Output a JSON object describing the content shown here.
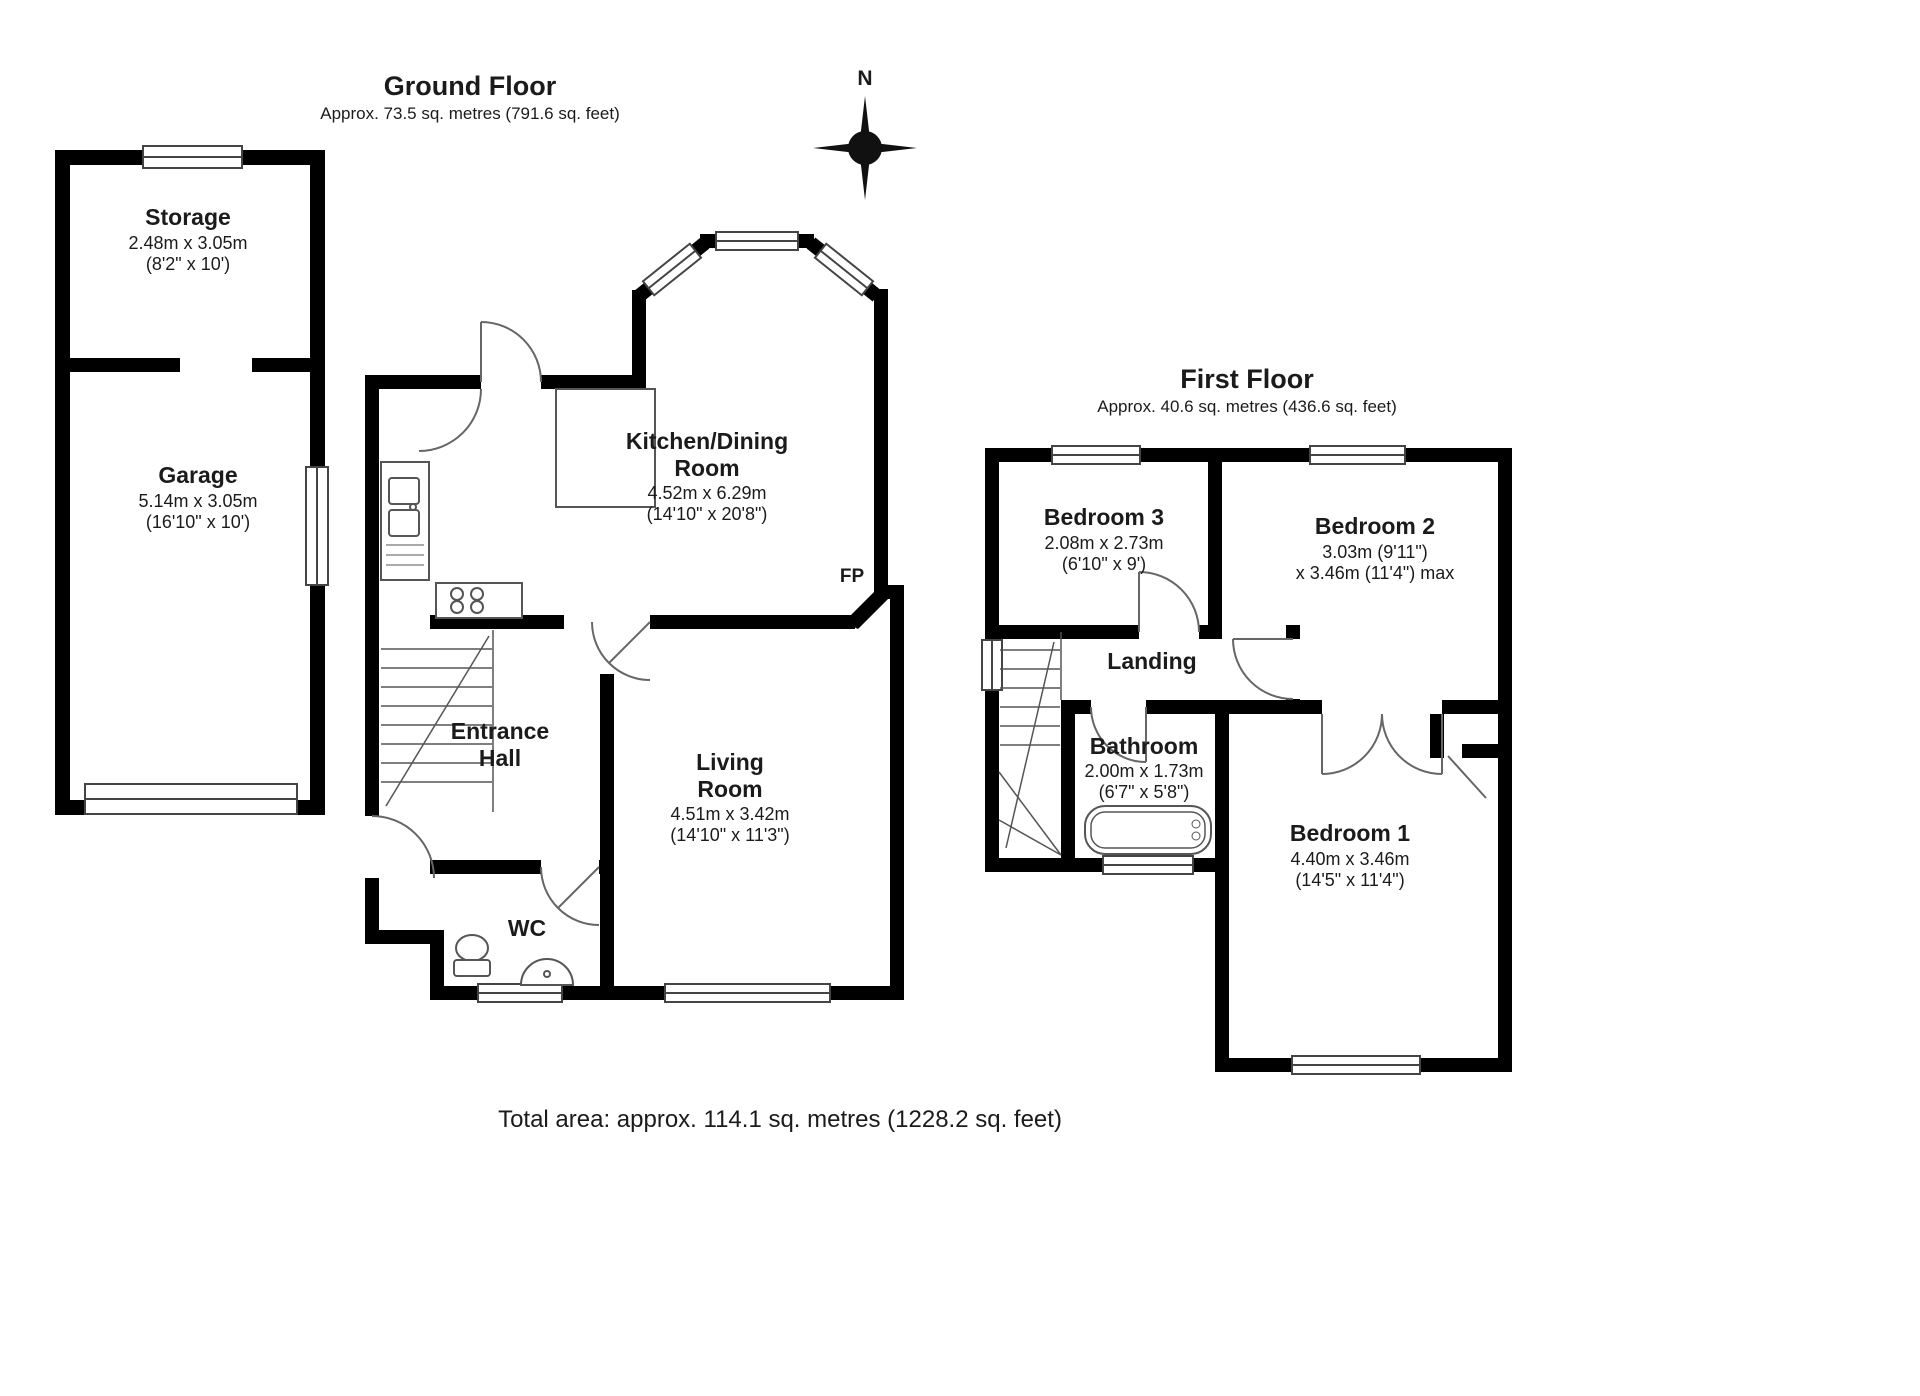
{
  "ground_floor": {
    "title": "Ground Floor",
    "subtitle": "Approx. 73.5 sq. metres (791.6 sq. feet)",
    "fp_label": "FP",
    "storage": {
      "name": "Storage",
      "dims_m": "2.48m x 3.05m",
      "dims_ft": "(8'2\" x 10')"
    },
    "garage": {
      "name": "Garage",
      "dims_m": "5.14m x 3.05m",
      "dims_ft": "(16'10\" x 10')"
    },
    "kitchen": {
      "name1": "Kitchen/Dining",
      "name2": "Room",
      "dims_m": "4.52m x 6.29m",
      "dims_ft": "(14'10\" x 20'8\")"
    },
    "hall": {
      "name1": "Entrance",
      "name2": "Hall"
    },
    "living": {
      "name1": "Living",
      "name2": "Room",
      "dims_m": "4.51m x 3.42m",
      "dims_ft": "(14'10\" x 11'3\")"
    },
    "wc": {
      "name": "WC"
    }
  },
  "first_floor": {
    "title": "First Floor",
    "subtitle": "Approx. 40.6 sq. metres (436.6 sq. feet)",
    "bedroom3": {
      "name": "Bedroom 3",
      "dims_m": "2.08m x 2.73m",
      "dims_ft": "(6'10\" x 9')"
    },
    "bedroom2": {
      "name": "Bedroom 2",
      "dims_m": "3.03m (9'11\")",
      "dims_ft": "x 3.46m (11'4\") max"
    },
    "landing": {
      "name": "Landing"
    },
    "bathroom": {
      "name": "Bathroom",
      "dims_m": "2.00m x 1.73m",
      "dims_ft": "(6'7\" x 5'8\")"
    },
    "bedroom1": {
      "name": "Bedroom 1",
      "dims_m": "4.40m x 3.46m",
      "dims_ft": "(14'5\" x 11'4\")"
    }
  },
  "compass": {
    "north_label": "N"
  },
  "footer": {
    "total_area": "Total area: approx. 114.1 sq. metres (1228.2 sq. feet)"
  }
}
